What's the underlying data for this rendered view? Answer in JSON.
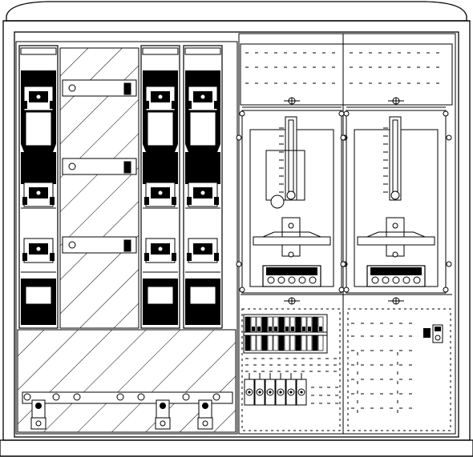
{
  "drawing": {
    "kind": "electrical cabinet front-view line drawing",
    "colors": {
      "line": "#000000",
      "fill": "#000000",
      "background": "#ffffff"
    },
    "left_section": {
      "fuse_switch_columns": 3,
      "hatched_busbar_panel": true,
      "hatched_base_panel": true,
      "bottom_terminals": 3
    },
    "right_section": {
      "meter_bays": 2,
      "meter_terminal_blocks": 2,
      "control_compartments": 2,
      "dashed_cover_panels": 2
    },
    "icons": [
      "fuse-switch-icon",
      "terminal-block-icon",
      "din-rail-icon",
      "meter-icon",
      "screw-icon",
      "relay-icon"
    ]
  }
}
